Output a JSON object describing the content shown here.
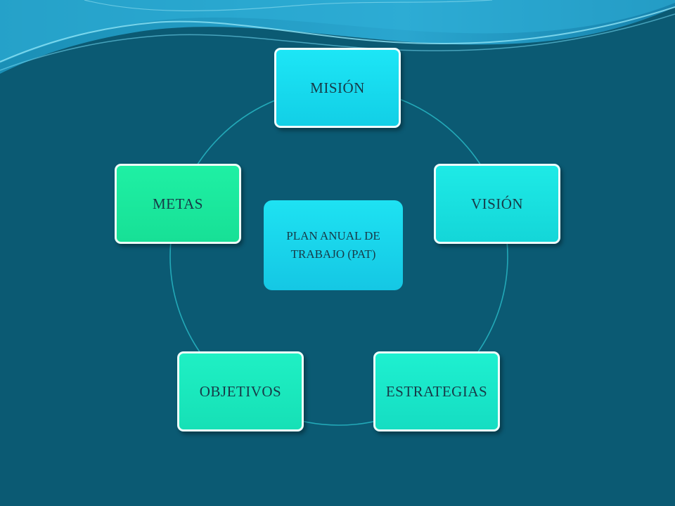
{
  "diagram": {
    "center": {
      "line1": "PLAN ANUAL DE",
      "line2": "TRABAJO (PAT)"
    },
    "nodes": [
      {
        "id": "mision",
        "label": "MISIÓN"
      },
      {
        "id": "vision",
        "label": "VISIÓN"
      },
      {
        "id": "estrategias",
        "label": "ESTRATEGIAS"
      },
      {
        "id": "objetivos",
        "label": "OBJETIVOS"
      },
      {
        "id": "metas",
        "label": "METAS"
      }
    ]
  },
  "colors": {
    "background": "#0b5a73",
    "connector": "#23a9b8",
    "text": "#173a48"
  }
}
